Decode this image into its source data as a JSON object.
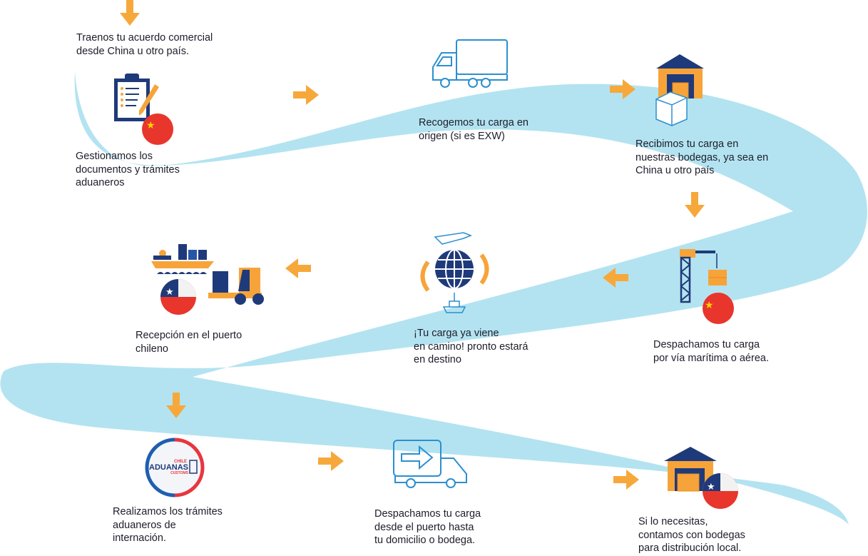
{
  "colors": {
    "ribbon": "#b3e3f0",
    "arrow": "#f7a83a",
    "navy": "#1f3a7a",
    "line_blue": "#2b8fd0",
    "red": "#e8362c",
    "orange": "#f6a43a"
  },
  "steps": [
    {
      "text": "Traenos tu acuerdo comercial\ndesde China u otro país.",
      "icon": "arrow-down-icon"
    },
    {
      "text": "Gestionamos los\ndocumentos y trámites\naduaneros",
      "icon": "clipboard-china-flag-icon"
    },
    {
      "text": "Recogemos tu carga en\norigen (si es EXW)",
      "icon": "truck-icon"
    },
    {
      "text": "Recibimos tu carga en\nnuestras bodegas, ya sea en\nChina u otro país",
      "icon": "warehouse-box-icon"
    },
    {
      "text": "Despachamos tu carga\npor vía marítima o aérea.",
      "icon": "crane-china-flag-icon"
    },
    {
      "text": "¡Tu carga ya viene\nen camino! pronto estará\nen destino",
      "icon": "globe-plane-ship-icon"
    },
    {
      "text": "Recepción en el puerto\nchileno",
      "icon": "ship-forklift-chile-flag-icon"
    },
    {
      "text": "Realizamos los trámites\naduaneros de\ninternación.",
      "icon": "aduanas-logo-icon"
    },
    {
      "text": "Despachamos tu carga\ndesde el puerto hasta\ntu domicilio o bodega.",
      "icon": "delivery-truck-icon"
    },
    {
      "text": "Si lo necesitas,\ncontamos con bodegas\npara distribución local.",
      "icon": "warehouse-chile-flag-icon"
    }
  ],
  "aduanas_logo": {
    "top": "CHILE",
    "main": "ADUANAS",
    "bottom": "CUSTOMS"
  }
}
